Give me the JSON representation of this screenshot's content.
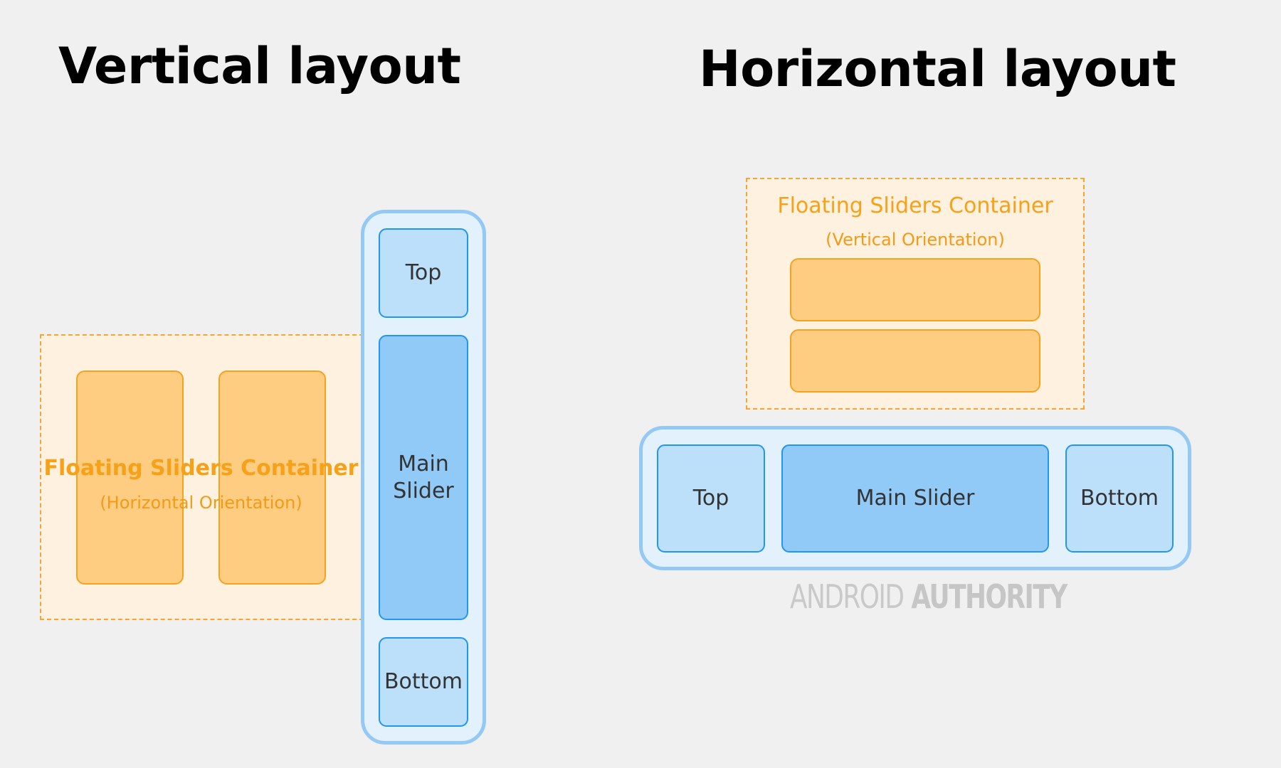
{
  "vertical": {
    "heading": "Vertical layout",
    "floating": {
      "title": "Floating Sliders Container",
      "subtitle": "(Horizontal Orientation)"
    },
    "slider": {
      "top": "Top",
      "main": "Main Slider",
      "bottom": "Bottom"
    }
  },
  "horizontal": {
    "heading": "Horizontal layout",
    "floating": {
      "title": "Floating Sliders Container",
      "subtitle": "(Vertical Orientation)"
    },
    "slider": {
      "top": "Top",
      "main": "Main Slider",
      "bottom": "Bottom"
    }
  },
  "watermark": {
    "part1": "ANDROID",
    "part2": "AUTHORITY"
  },
  "colors": {
    "background": "#f0f0f0",
    "floating_fill": "#fff1df",
    "floating_border": "#f7a434",
    "orange_slider": "#ffcd82",
    "track_fill": "#e3f1fc",
    "track_border": "#93c9f4",
    "blue_light": "#bcdffa",
    "blue_main": "#91c9f7",
    "blue_border": "#2196f3"
  }
}
